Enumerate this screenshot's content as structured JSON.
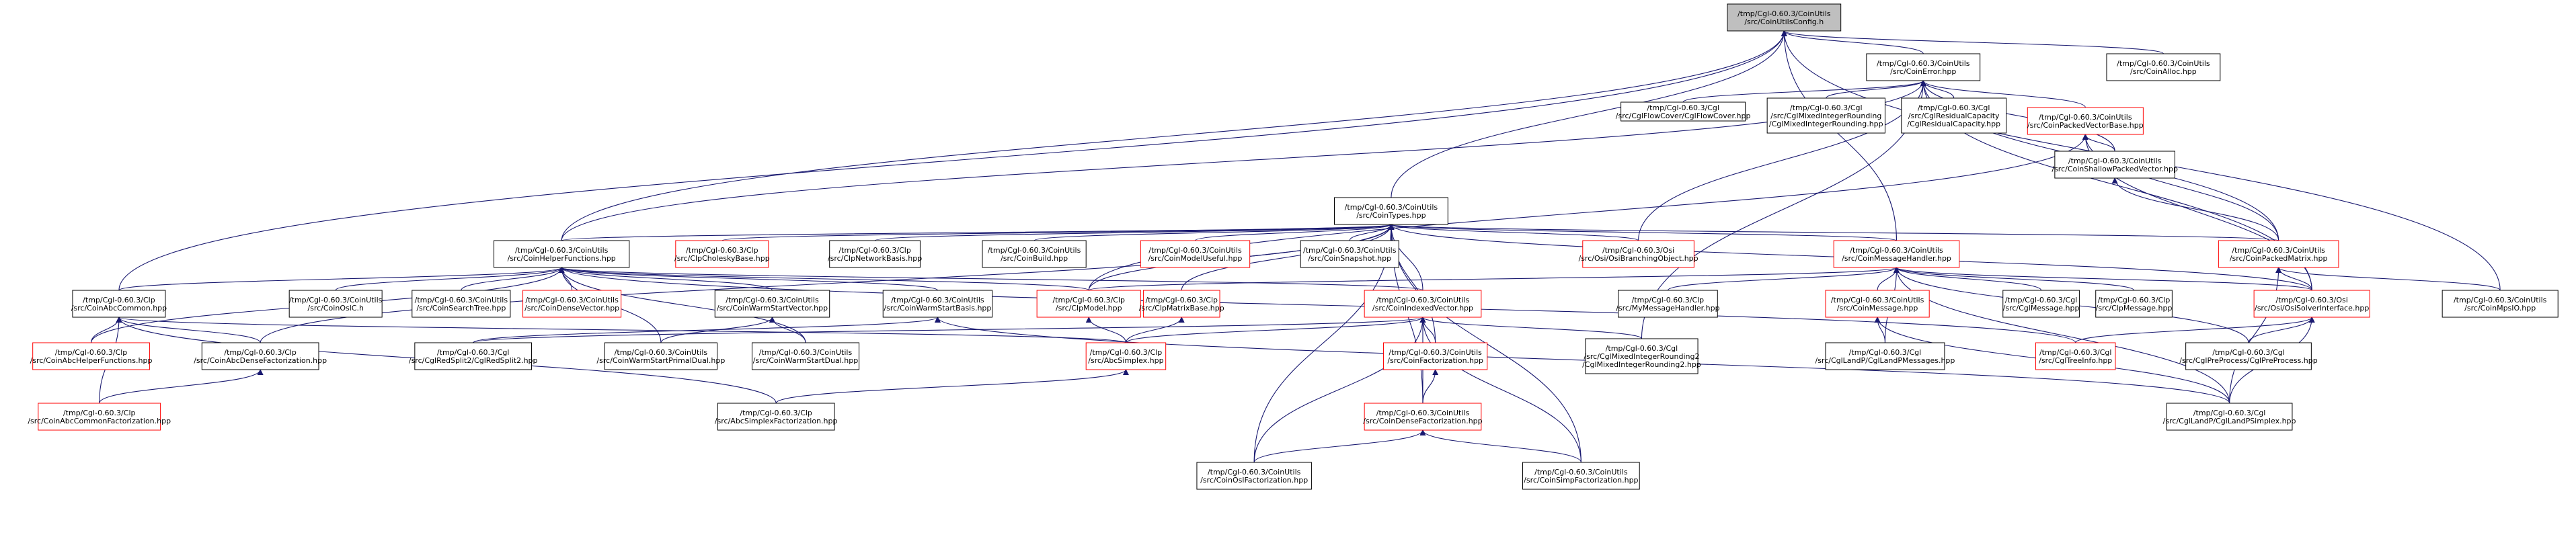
{
  "colors": {
    "root_fill": "#bfbfbf",
    "node_fill": "#ffffff",
    "node_border_normal": "#000000",
    "node_border_truncated": "#ff0000",
    "edge": "#191970"
  },
  "nodes": [
    {
      "id": "n0",
      "lines": [
        "/tmp/Cgl-0.60.3/CoinUtils",
        "/src/CoinUtilsConfig.h"
      ],
      "root": true
    },
    {
      "id": "n1",
      "lines": [
        "/tmp/Cgl-0.60.3/CoinUtils",
        "/src/CoinError.hpp"
      ]
    },
    {
      "id": "n2",
      "lines": [
        "/tmp/Cgl-0.60.3/CoinUtils",
        "/src/CoinAlloc.hpp"
      ]
    },
    {
      "id": "n3",
      "lines": [
        "/tmp/Cgl-0.60.3/Cgl",
        "/src/CglFlowCover/CglFlowCover.hpp"
      ]
    },
    {
      "id": "n4",
      "lines": [
        "/tmp/Cgl-0.60.3/Cgl",
        "/src/CglMixedIntegerRounding",
        "/CglMixedIntegerRounding.hpp"
      ]
    },
    {
      "id": "n5",
      "lines": [
        "/tmp/Cgl-0.60.3/Cgl",
        "/src/CglResidualCapacity",
        "/CglResidualCapacity.hpp"
      ]
    },
    {
      "id": "n6",
      "lines": [
        "/tmp/Cgl-0.60.3/CoinUtils",
        "/src/CoinPackedVectorBase.hpp"
      ],
      "red": true
    },
    {
      "id": "n7",
      "lines": [
        "/tmp/Cgl-0.60.3/CoinUtils",
        "/src/CoinShallowPackedVector.hpp"
      ]
    },
    {
      "id": "n8",
      "lines": [
        "/tmp/Cgl-0.60.3/CoinUtils",
        "/src/CoinTypes.hpp"
      ]
    },
    {
      "id": "n9",
      "lines": [
        "/tmp/Cgl-0.60.3/CoinUtils",
        "/src/CoinHelperFunctions.hpp"
      ]
    },
    {
      "id": "n10",
      "lines": [
        "/tmp/Cgl-0.60.3/Clp",
        "/src/ClpCholeskyBase.hpp"
      ],
      "red": true
    },
    {
      "id": "n11",
      "lines": [
        "/tmp/Cgl-0.60.3/Clp",
        "/src/ClpNetworkBasis.hpp"
      ]
    },
    {
      "id": "n12",
      "lines": [
        "/tmp/Cgl-0.60.3/CoinUtils",
        "/src/CoinBuild.hpp"
      ]
    },
    {
      "id": "n13",
      "lines": [
        "/tmp/Cgl-0.60.3/CoinUtils",
        "/src/CoinModelUseful.hpp"
      ],
      "red": true
    },
    {
      "id": "n14",
      "lines": [
        "/tmp/Cgl-0.60.3/CoinUtils",
        "/src/CoinSnapshot.hpp"
      ]
    },
    {
      "id": "n15",
      "lines": [
        "/tmp/Cgl-0.60.3/Osi",
        "/src/Osi/OsiBranchingObject.hpp"
      ],
      "red": true
    },
    {
      "id": "n16",
      "lines": [
        "/tmp/Cgl-0.60.3/CoinUtils",
        "/src/CoinMessageHandler.hpp"
      ],
      "red": true
    },
    {
      "id": "n17",
      "lines": [
        "/tmp/Cgl-0.60.3/CoinUtils",
        "/src/CoinPackedMatrix.hpp"
      ],
      "red": true
    },
    {
      "id": "n18",
      "lines": [
        "/tmp/Cgl-0.60.3/Clp",
        "/src/CoinAbcCommon.hpp"
      ]
    },
    {
      "id": "n19",
      "lines": [
        "/tmp/Cgl-0.60.3/CoinUtils",
        "/src/CoinOslC.h"
      ]
    },
    {
      "id": "n20",
      "lines": [
        "/tmp/Cgl-0.60.3/CoinUtils",
        "/src/CoinSearchTree.hpp"
      ]
    },
    {
      "id": "n21",
      "lines": [
        "/tmp/Cgl-0.60.3/CoinUtils",
        "/src/CoinDenseVector.hpp"
      ],
      "red": true
    },
    {
      "id": "n22",
      "lines": [
        "/tmp/Cgl-0.60.3/CoinUtils",
        "/src/CoinWarmStartVector.hpp"
      ]
    },
    {
      "id": "n23",
      "lines": [
        "/tmp/Cgl-0.60.3/CoinUtils",
        "/src/CoinWarmStartBasis.hpp"
      ]
    },
    {
      "id": "n24",
      "lines": [
        "/tmp/Cgl-0.60.3/Clp",
        "/src/ClpModel.hpp"
      ],
      "red": true
    },
    {
      "id": "n25",
      "lines": [
        "/tmp/Cgl-0.60.3/Clp",
        "/src/ClpMatrixBase.hpp"
      ],
      "red": true
    },
    {
      "id": "n26",
      "lines": [
        "/tmp/Cgl-0.60.3/CoinUtils",
        "/src/CoinIndexedVector.hpp"
      ],
      "red": true
    },
    {
      "id": "n27",
      "lines": [
        "/tmp/Cgl-0.60.3/Clp",
        "/src/MyMessageHandler.hpp"
      ]
    },
    {
      "id": "n28",
      "lines": [
        "/tmp/Cgl-0.60.3/CoinUtils",
        "/src/CoinMessage.hpp"
      ],
      "red": true
    },
    {
      "id": "n29",
      "lines": [
        "/tmp/Cgl-0.60.3/Cgl",
        "/src/CglMessage.hpp"
      ]
    },
    {
      "id": "n30",
      "lines": [
        "/tmp/Cgl-0.60.3/Clp",
        "/src/ClpMessage.hpp"
      ]
    },
    {
      "id": "n31",
      "lines": [
        "/tmp/Cgl-0.60.3/Osi",
        "/src/Osi/OsiSolverInterface.hpp"
      ],
      "red": true
    },
    {
      "id": "n32",
      "lines": [
        "/tmp/Cgl-0.60.3/CoinUtils",
        "/src/CoinMpsIO.hpp"
      ]
    },
    {
      "id": "n33",
      "lines": [
        "/tmp/Cgl-0.60.3/Clp",
        "/src/CoinAbcHelperFunctions.hpp"
      ],
      "red": true
    },
    {
      "id": "n34",
      "lines": [
        "/tmp/Cgl-0.60.3/Clp",
        "/src/CoinAbcDenseFactorization.hpp"
      ]
    },
    {
      "id": "n35",
      "lines": [
        "/tmp/Cgl-0.60.3/Cgl",
        "/src/CglRedSplit2/CglRedSplit2.hpp"
      ]
    },
    {
      "id": "n36",
      "lines": [
        "/tmp/Cgl-0.60.3/CoinUtils",
        "/src/CoinWarmStartPrimalDual.hpp"
      ]
    },
    {
      "id": "n37",
      "lines": [
        "/tmp/Cgl-0.60.3/CoinUtils",
        "/src/CoinWarmStartDual.hpp"
      ]
    },
    {
      "id": "n38",
      "lines": [
        "/tmp/Cgl-0.60.3/Clp",
        "/src/AbcSimplex.hpp"
      ],
      "red": true
    },
    {
      "id": "n39",
      "lines": [
        "/tmp/Cgl-0.60.3/CoinUtils",
        "/src/CoinFactorization.hpp"
      ],
      "red": true
    },
    {
      "id": "n40",
      "lines": [
        "/tmp/Cgl-0.60.3/Cgl",
        "/src/CglMixedIntegerRounding2",
        "/CglMixedIntegerRounding2.hpp"
      ]
    },
    {
      "id": "n41",
      "lines": [
        "/tmp/Cgl-0.60.3/Cgl",
        "/src/CglLandP/CglLandPMessages.hpp"
      ]
    },
    {
      "id": "n42",
      "lines": [
        "/tmp/Cgl-0.60.3/Cgl",
        "/src/CglTreeInfo.hpp"
      ],
      "red": true
    },
    {
      "id": "n43",
      "lines": [
        "/tmp/Cgl-0.60.3/Cgl",
        "/src/CglPreProcess/CglPreProcess.hpp"
      ]
    },
    {
      "id": "n44",
      "lines": [
        "/tmp/Cgl-0.60.3/Clp",
        "/src/CoinAbcCommonFactorization.hpp"
      ],
      "red": true
    },
    {
      "id": "n45",
      "lines": [
        "/tmp/Cgl-0.60.3/Clp",
        "/src/AbcSimplexFactorization.hpp"
      ]
    },
    {
      "id": "n46",
      "lines": [
        "/tmp/Cgl-0.60.3/CoinUtils",
        "/src/CoinDenseFactorization.hpp"
      ],
      "red": true
    },
    {
      "id": "n47",
      "lines": [
        "/tmp/Cgl-0.60.3/Cgl",
        "/src/CglLandP/CglLandPSimplex.hpp"
      ]
    },
    {
      "id": "n48",
      "lines": [
        "/tmp/Cgl-0.60.3/CoinUtils",
        "/src/CoinOslFactorization.hpp"
      ]
    },
    {
      "id": "n49",
      "lines": [
        "/tmp/Cgl-0.60.3/CoinUtils",
        "/src/CoinSimpFactorization.hpp"
      ]
    }
  ],
  "edges": [
    [
      "n1",
      "n0"
    ],
    [
      "n2",
      "n0"
    ],
    [
      "n8",
      "n0"
    ],
    [
      "n9",
      "n0"
    ],
    [
      "n16",
      "n0"
    ],
    [
      "n18",
      "n0"
    ],
    [
      "n32",
      "n0"
    ],
    [
      "n3",
      "n1"
    ],
    [
      "n4",
      "n1"
    ],
    [
      "n5",
      "n1"
    ],
    [
      "n6",
      "n1"
    ],
    [
      "n7",
      "n1"
    ],
    [
      "n9",
      "n1"
    ],
    [
      "n15",
      "n1"
    ],
    [
      "n17",
      "n1"
    ],
    [
      "n31",
      "n1"
    ],
    [
      "n40",
      "n1"
    ],
    [
      "n7",
      "n6"
    ],
    [
      "n17",
      "n6"
    ],
    [
      "n31",
      "n6"
    ],
    [
      "n24",
      "n6"
    ],
    [
      "n17",
      "n7"
    ],
    [
      "n9",
      "n8"
    ],
    [
      "n10",
      "n8"
    ],
    [
      "n11",
      "n8"
    ],
    [
      "n12",
      "n8"
    ],
    [
      "n13",
      "n8"
    ],
    [
      "n14",
      "n8"
    ],
    [
      "n15",
      "n8"
    ],
    [
      "n16",
      "n8"
    ],
    [
      "n17",
      "n8"
    ],
    [
      "n24",
      "n8"
    ],
    [
      "n25",
      "n8"
    ],
    [
      "n26",
      "n8"
    ],
    [
      "n39",
      "n8"
    ],
    [
      "n46",
      "n8"
    ],
    [
      "n48",
      "n8"
    ],
    [
      "n49",
      "n8"
    ],
    [
      "n31",
      "n8"
    ],
    [
      "n34",
      "n8"
    ],
    [
      "n18",
      "n9"
    ],
    [
      "n19",
      "n9"
    ],
    [
      "n20",
      "n9"
    ],
    [
      "n21",
      "n9"
    ],
    [
      "n22",
      "n9"
    ],
    [
      "n23",
      "n9"
    ],
    [
      "n24",
      "n9"
    ],
    [
      "n26",
      "n9"
    ],
    [
      "n36",
      "n9"
    ],
    [
      "n37",
      "n9"
    ],
    [
      "n42",
      "n9"
    ],
    [
      "n33",
      "n9"
    ],
    [
      "n24",
      "n16"
    ],
    [
      "n27",
      "n16"
    ],
    [
      "n28",
      "n16"
    ],
    [
      "n29",
      "n16"
    ],
    [
      "n30",
      "n16"
    ],
    [
      "n31",
      "n16"
    ],
    [
      "n41",
      "n16"
    ],
    [
      "n43",
      "n16"
    ],
    [
      "n47",
      "n16"
    ],
    [
      "n31",
      "n17"
    ],
    [
      "n32",
      "n17"
    ],
    [
      "n47",
      "n17"
    ],
    [
      "n33",
      "n18"
    ],
    [
      "n34",
      "n18"
    ],
    [
      "n38",
      "n18"
    ],
    [
      "n44",
      "n18"
    ],
    [
      "n45",
      "n18"
    ],
    [
      "n36",
      "n22"
    ],
    [
      "n37",
      "n22"
    ],
    [
      "n35",
      "n23"
    ],
    [
      "n47",
      "n23"
    ],
    [
      "n38",
      "n24"
    ],
    [
      "n38",
      "n25"
    ],
    [
      "n35",
      "n26"
    ],
    [
      "n38",
      "n26"
    ],
    [
      "n39",
      "n26"
    ],
    [
      "n40",
      "n26"
    ],
    [
      "n46",
      "n26"
    ],
    [
      "n48",
      "n26"
    ],
    [
      "n49",
      "n26"
    ],
    [
      "n41",
      "n28"
    ],
    [
      "n47",
      "n28"
    ],
    [
      "n42",
      "n31"
    ],
    [
      "n43",
      "n31"
    ],
    [
      "n47",
      "n31"
    ],
    [
      "n44",
      "n34"
    ],
    [
      "n45",
      "n38"
    ],
    [
      "n46",
      "n39"
    ],
    [
      "n48",
      "n46"
    ],
    [
      "n49",
      "n46"
    ]
  ]
}
